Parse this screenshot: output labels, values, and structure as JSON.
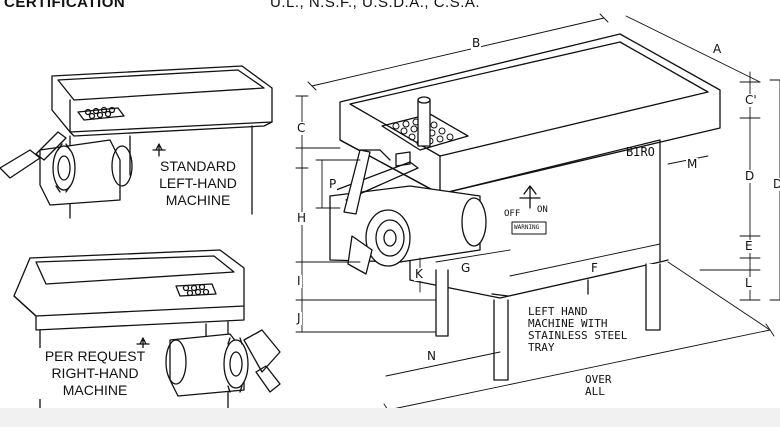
{
  "header": {
    "left_text": "CERTIFICATION",
    "right_text": "U.L., N.S.F., U.S.D.A., C.S.A."
  },
  "captions": {
    "standard": [
      "STANDARD",
      "LEFT-HAND",
      "MACHINE"
    ],
    "per_request": [
      "PER REQUEST",
      "RIGHT-HAND",
      "MACHINE"
    ]
  },
  "dimension_labels": {
    "A": "A",
    "B": "B",
    "C": "C",
    "C_prime": "C'",
    "D": "D",
    "D_prime": "D'",
    "E": "E",
    "F": "F",
    "G": "G",
    "H": "H",
    "I": "I",
    "J": "J",
    "K": "K",
    "L": "L",
    "M": "M",
    "N": "N",
    "P": "P"
  },
  "machine": {
    "brand": "BIRO",
    "switch_off": "OFF",
    "switch_on": "ON",
    "warning": "WARNING"
  },
  "notes": {
    "tray_note": [
      "LEFT HAND",
      "MACHINE WITH",
      "STAINLESS STEEL",
      "TRAY"
    ],
    "overall": [
      "OVER",
      "ALL"
    ]
  }
}
